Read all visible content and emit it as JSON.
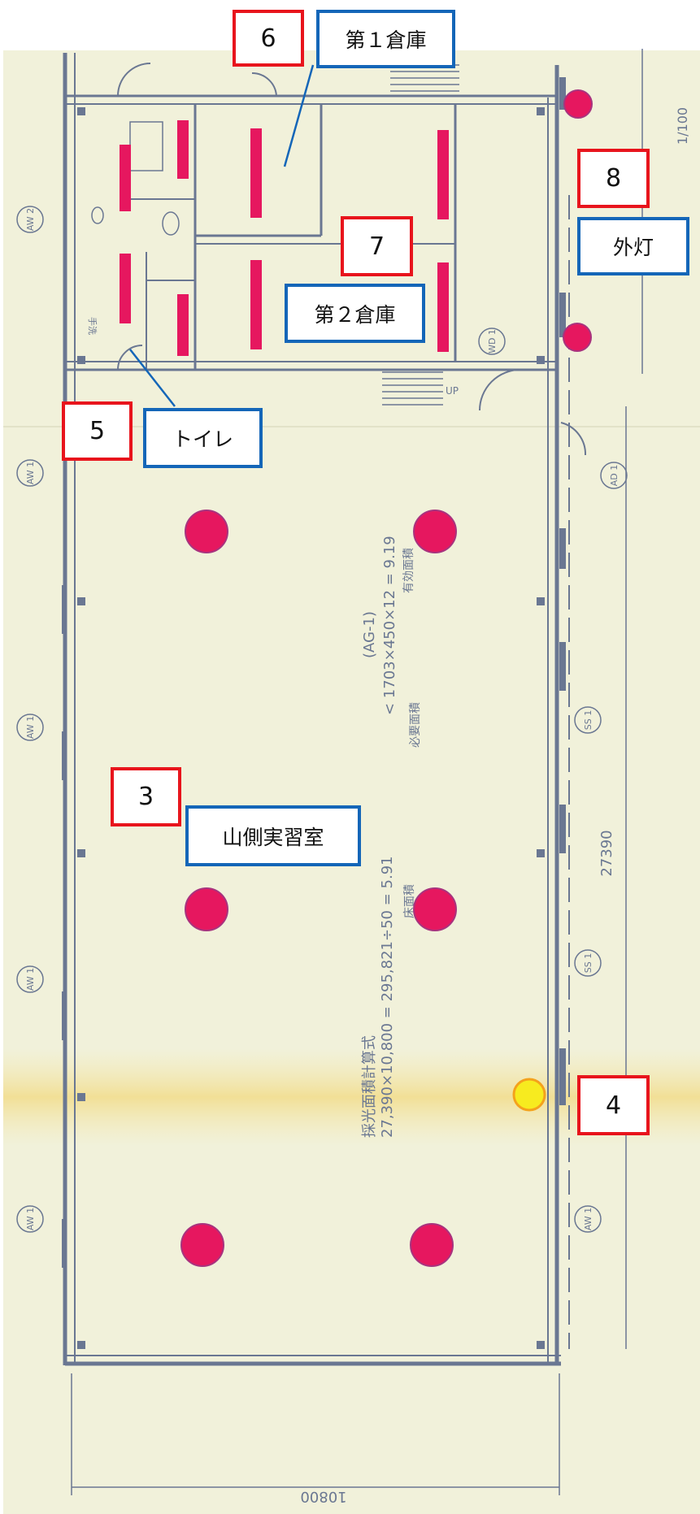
{
  "colors": {
    "paper": "#f1f1da",
    "ink": "#6a7792",
    "fixture_marker": "#e6175f",
    "yellow_marker": "#f7eb1f",
    "number_border": "#e8141c",
    "label_border": "#1466b8"
  },
  "markers": {
    "number_boxes": [
      "6",
      "8",
      "7",
      "5",
      "3",
      "4"
    ],
    "labels": [
      "第１倉庫",
      "外灯",
      "第２倉庫",
      "トイレ",
      "山側実習室"
    ]
  },
  "plan_text": {
    "dimension_length": "27390",
    "dimension_width": "10800",
    "scale": "1/100",
    "area_formula_1": "(AG-1)",
    "area_formula_2": "< 1703×450×12 = 9.19",
    "area_note_1": "有効面積",
    "area_note_2": "必要面積",
    "area_formula_3": "27,390×10,800 = 295,821÷50 = 5.91",
    "area_note_3": "床面積",
    "area_title": "採光面積計算式",
    "window_tags": [
      "AW 2",
      "AW 1",
      "AW 1",
      "AW 1",
      "AW 1",
      "AD 1",
      "SS 1",
      "SS 1",
      "AW 1",
      "WD 1"
    ],
    "up_label": "UP",
    "wash_label": "手洗"
  }
}
